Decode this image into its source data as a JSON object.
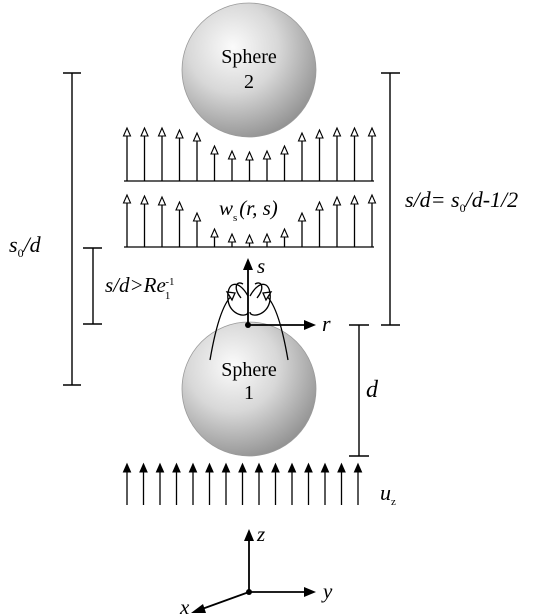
{
  "sphere1": {
    "line1": "Sphere",
    "line2": "1"
  },
  "sphere2": {
    "line1": "Sphere",
    "line2": "2"
  },
  "labels": {
    "s0": "s",
    "s0_sub": "0",
    "s0_tail": "/d",
    "separation_eq": "s/d= s",
    "separation_sub": "0",
    "separation_tail": "/d-1/2",
    "wake_cond": "s/d>Re",
    "wake_sub": "1",
    "wake_sup": "-1",
    "wake_func_w": "w",
    "wake_func_sub": "s",
    "wake_func_args": "(r, s)",
    "d": "d",
    "uz": "u",
    "uz_sub": "z",
    "axis_s": "s",
    "axis_r": "r",
    "axis_z": "z",
    "axis_y": "y",
    "axis_x": "x"
  },
  "colors": {
    "sphere_light": "#f6f6f6",
    "sphere_dark": "#8a8a8a",
    "line": "#000000"
  }
}
